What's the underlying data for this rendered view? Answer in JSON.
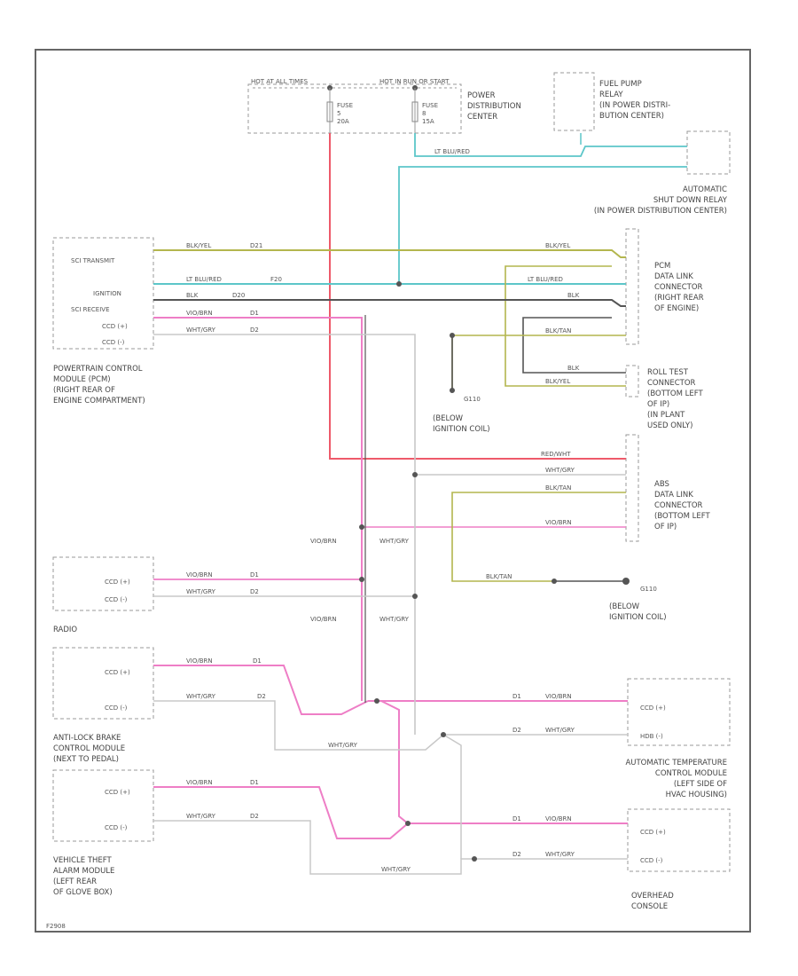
{
  "colors": {
    "red": "#ee5a6a",
    "pink": "#ee7ec6",
    "teal": "#5cc6c9",
    "olive": "#b3b64e",
    "black": "#555555",
    "gray": "#c8c8c8",
    "frame": "#666666"
  },
  "labels": {
    "hot_all_times": "HOT AT ALL TIMES",
    "hot_run_start": "HOT IN RUN OR START",
    "fuse_left": [
      "FUSE",
      "5",
      "20A"
    ],
    "fuse_right": [
      "FUSE",
      "8",
      "15A"
    ],
    "pdc": [
      "POWER",
      "DISTRIBUTION",
      "CENTER"
    ],
    "fuel_pump_relay": [
      "FUEL PUMP",
      "RELAY",
      "(IN POWER DISTRI-",
      "BUTION CENTER)"
    ],
    "asd_relay": [
      "AUTOMATIC",
      "SHUT DOWN RELAY",
      "(IN POWER DISTRIBUTION CENTER)"
    ],
    "pcm_pins": [
      "SCI TRANSMIT",
      "IGNITION",
      "SCI RECEIVE",
      "CCD (+)",
      "CCD (-)"
    ],
    "pcm_name": [
      "POWERTRAIN CONTROL",
      "MODULE (PCM)",
      "(RIGHT REAR OF",
      "ENGINE COMPARTMENT)"
    ],
    "pcm_connector": [
      "PCM",
      "DATA LINK",
      "CONNECTOR",
      "(RIGHT REAR",
      "OF ENGINE)"
    ],
    "roll_test": [
      "ROLL TEST",
      "CONNECTOR",
      "(BOTTOM LEFT",
      "OF IP)",
      "(IN PLANT",
      "USED ONLY)"
    ],
    "abs_connector": [
      "ABS",
      "DATA LINK",
      "CONNECTOR",
      "(BOTTOM LEFT",
      "OF IP)"
    ],
    "ground_g110": [
      "G110",
      "(BELOW",
      "IGNITION COIL)"
    ],
    "radio_pins": [
      "CCD (+)",
      "CCD (-)"
    ],
    "radio_name": "RADIO",
    "abs_module_pins": [
      "CCD (+)",
      "CCD (-)"
    ],
    "abs_module_name": [
      "ANTI-LOCK BRAKE",
      "CONTROL MODULE",
      "(NEXT TO PEDAL)"
    ],
    "atc_pins": [
      "CCD (+)",
      "HDB (-)"
    ],
    "atc_name": [
      "AUTOMATIC TEMPERATURE",
      "CONTROL MODULE",
      "(LEFT SIDE OF",
      "HVAC HOUSING)"
    ],
    "vta_pins": [
      "CCD (+)",
      "CCD (-)"
    ],
    "vta_name": [
      "VEHICLE THEFT",
      "ALARM MODULE",
      "(LEFT REAR",
      "OF GLOVE BOX)"
    ],
    "overhead_pins": [
      "CCD (+)",
      "CCD (-)"
    ],
    "overhead_name": [
      "OVERHEAD",
      "CONSOLE"
    ],
    "wire_red": "RED/WHT",
    "wire_teal": "LT BLU/RED",
    "wire_pink": "VIO/BRN",
    "wire_gray": "WHT/GRY",
    "wire_olive": "BLK/YEL",
    "wire_black": "BLK",
    "wire_ground": "BLK/TAN",
    "id_ccd_plus": "D1",
    "id_ccd_minus": "D2",
    "id_sci_tx": "D21",
    "id_ignition": "F20",
    "id_sci_rx": "D20",
    "footer": "F2908"
  }
}
